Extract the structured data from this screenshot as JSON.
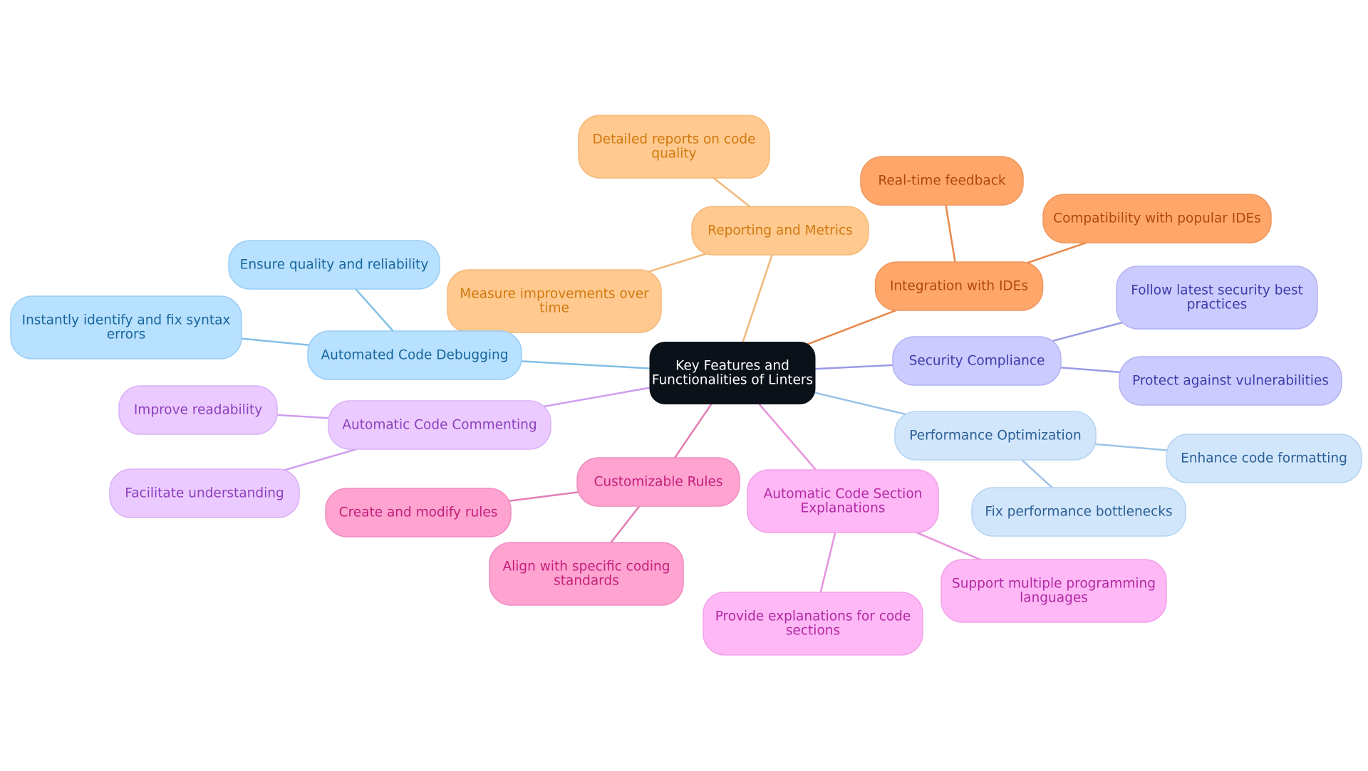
{
  "root": {
    "label_lines": [
      "Key Features and",
      "Functionalities of Linters"
    ],
    "fill": "#0b1119",
    "text_color": "#ffffff"
  },
  "branches": [
    {
      "id": "reporting",
      "label_lines": [
        "Reporting and Metrics"
      ],
      "fill": "#ffc98f",
      "stroke": "#f5b878",
      "text_color": "#d1790e",
      "line_color": "#f0b77a",
      "children": [
        {
          "id": "detailed-reports",
          "label_lines": [
            "Detailed reports on code",
            "quality"
          ]
        },
        {
          "id": "measure-improvements",
          "label_lines": [
            "Measure improvements over",
            "time"
          ]
        }
      ]
    },
    {
      "id": "integration",
      "label_lines": [
        "Integration with IDEs"
      ],
      "fill": "#ffa76b",
      "stroke": "#f0955a",
      "text_color": "#b2470a",
      "line_color": "#e8884a",
      "children": [
        {
          "id": "real-time-feedback",
          "label_lines": [
            "Real-time feedback"
          ]
        },
        {
          "id": "compatibility",
          "label_lines": [
            "Compatibility with popular IDEs"
          ]
        }
      ]
    },
    {
      "id": "security",
      "label_lines": [
        "Security Compliance"
      ],
      "fill": "#cbcbff",
      "stroke": "#b3b3f2",
      "text_color": "#3c3caa",
      "line_color": "#9a9ae6",
      "children": [
        {
          "id": "security-best-practices",
          "label_lines": [
            "Follow latest security best",
            "practices"
          ]
        },
        {
          "id": "protect-vulnerabilities",
          "label_lines": [
            "Protect against vulnerabilities"
          ]
        }
      ]
    },
    {
      "id": "performance",
      "label_lines": [
        "Performance Optimization"
      ],
      "fill": "#d2e6fb",
      "stroke": "#b3d3f2",
      "text_color": "#2a5f96",
      "line_color": "#9cc3e8",
      "children": [
        {
          "id": "enhance-formatting",
          "label_lines": [
            "Enhance code formatting"
          ]
        },
        {
          "id": "fix-bottlenecks",
          "label_lines": [
            "Fix performance bottlenecks"
          ]
        }
      ]
    },
    {
      "id": "section-explanations",
      "label_lines": [
        "Automatic Code Section",
        "Explanations"
      ],
      "fill": "#ffb8f6",
      "stroke": "#f3a0e8",
      "text_color": "#b228a3",
      "line_color": "#e891dc",
      "children": [
        {
          "id": "multiple-languages",
          "label_lines": [
            "Support multiple programming",
            "languages"
          ]
        },
        {
          "id": "explanations-sections",
          "label_lines": [
            "Provide explanations for code",
            "sections"
          ]
        }
      ]
    },
    {
      "id": "customizable",
      "label_lines": [
        "Customizable Rules"
      ],
      "fill": "#ffa3d1",
      "stroke": "#f08cc0",
      "text_color": "#c4207a",
      "line_color": "#e37cb3",
      "children": [
        {
          "id": "create-modify",
          "label_lines": [
            "Create and modify rules"
          ]
        },
        {
          "id": "align-standards",
          "label_lines": [
            "Align with specific coding",
            "standards"
          ]
        }
      ]
    },
    {
      "id": "commenting",
      "label_lines": [
        "Automatic Code Commenting"
      ],
      "fill": "#ebcbff",
      "stroke": "#d9b1f7",
      "text_color": "#8c3fbd",
      "line_color": "#cf9cf0",
      "children": [
        {
          "id": "improve-readability",
          "label_lines": [
            "Improve readability"
          ]
        },
        {
          "id": "facilitate-understanding",
          "label_lines": [
            "Facilitate understanding"
          ]
        }
      ]
    },
    {
      "id": "debugging",
      "label_lines": [
        "Automated Code Debugging"
      ],
      "fill": "#b8e0ff",
      "stroke": "#98cdf5",
      "text_color": "#17679e",
      "line_color": "#82bfe6",
      "children": [
        {
          "id": "ensure-quality",
          "label_lines": [
            "Ensure quality and reliability"
          ]
        },
        {
          "id": "syntax-errors",
          "label_lines": [
            "Instantly identify and fix syntax",
            "errors"
          ]
        }
      ]
    }
  ]
}
